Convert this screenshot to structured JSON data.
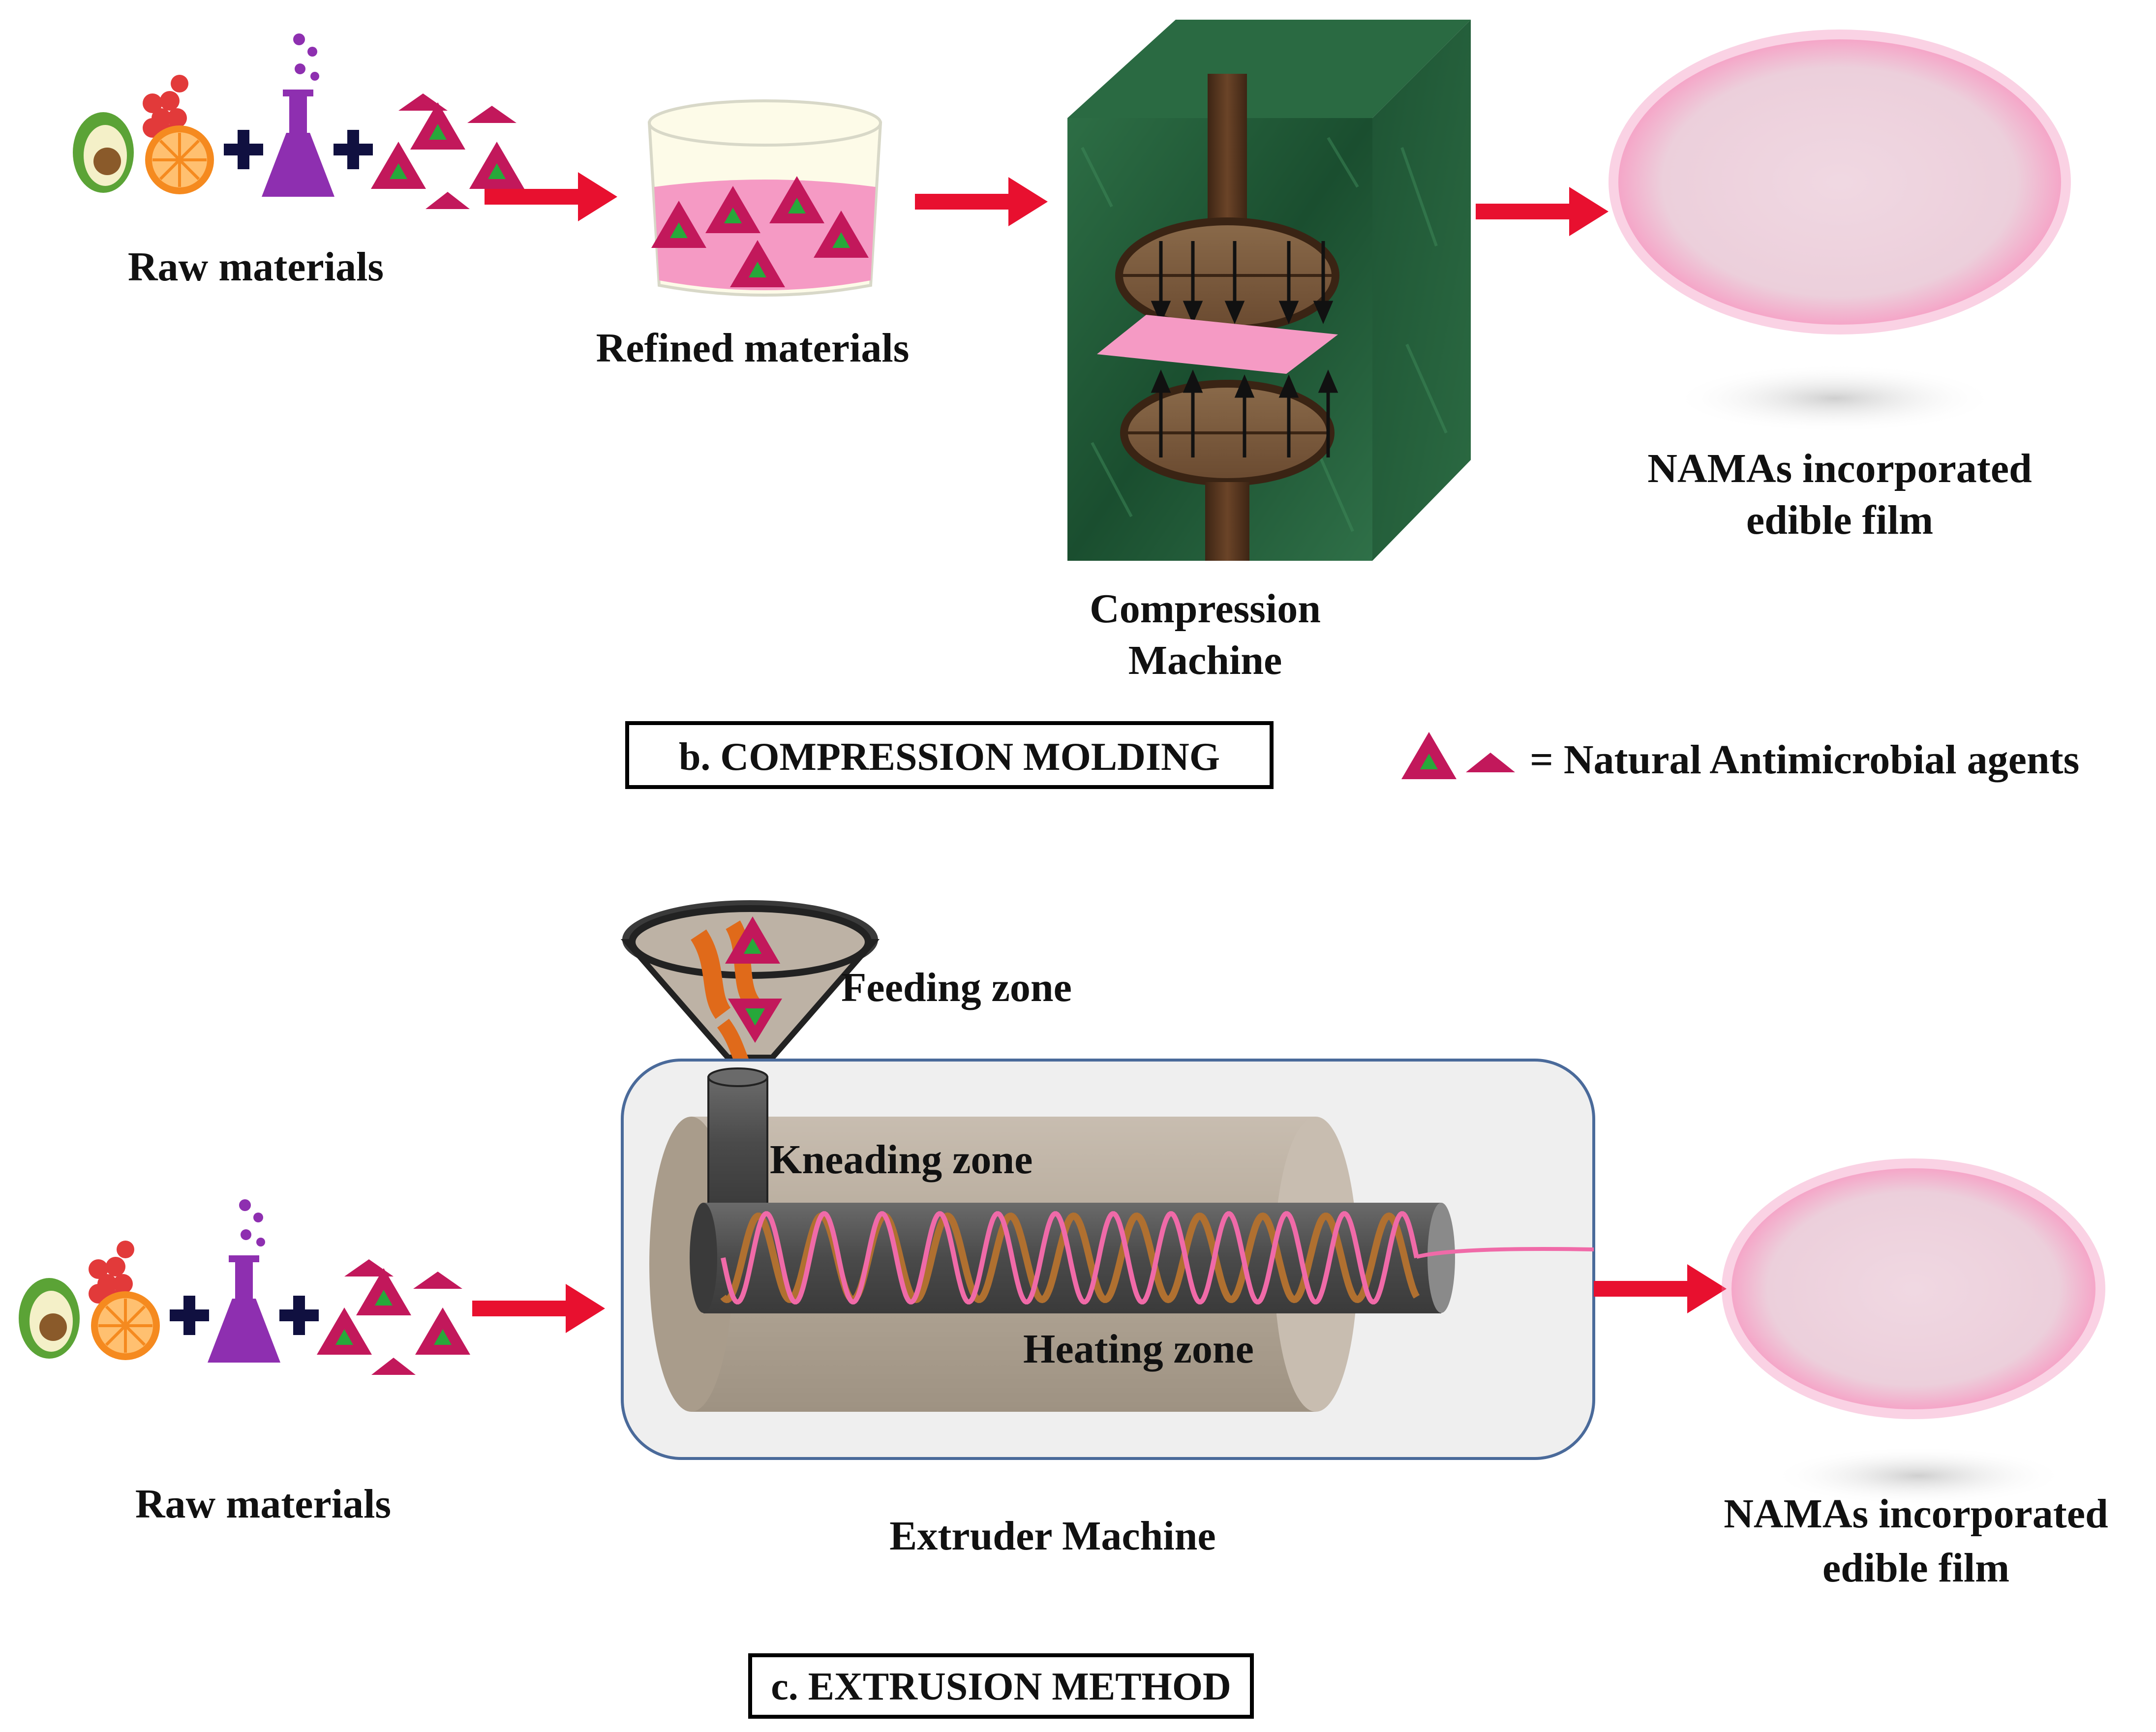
{
  "colors": {
    "arrow": "#e8102f",
    "agent_outer": "#c2185b",
    "agent_inner": "#27a83a",
    "film_fill": "#eccfdb",
    "film_glow": "#f27fb3",
    "machine_green": "#1f5a36",
    "wood": "#5a3a22",
    "bowl_liquid": "#f59ac4",
    "flask": "#8e2fb0",
    "orange": "#f58a1f",
    "screw_pink": "#f06aa8",
    "screw_brown": "#b07030",
    "barrel_gray": "#575757",
    "housing_fill": "#efefef",
    "housing_stroke": "#4a6a9a",
    "drum": "#b9aea0"
  },
  "icons": {
    "fruits": "fruit-cluster-icon",
    "plus": "plus-icon",
    "flask": "chemical-flask-icon",
    "agent": "triangle-agent-icon",
    "arrow": "right-arrow-icon"
  },
  "compression": {
    "raw_label": "Raw materials",
    "refined_label": "Refined materials",
    "machine_label_1": "Compression",
    "machine_label_2": "Machine",
    "film_label_1": "NAMAs  incorporated",
    "film_label_2": "edible film",
    "section_title": "b. COMPRESSION MOLDING",
    "legend_text": "= Natural Antimicrobial agents"
  },
  "extrusion": {
    "feeding_label": "Feeding zone",
    "kneading_label": "Kneading zone",
    "heating_label": "Heating zone",
    "raw_label": "Raw materials",
    "machine_label": "Extruder Machine",
    "film_label_1": "NAMAs  incorporated",
    "film_label_2": "edible film",
    "section_title": "c. EXTRUSION METHOD"
  }
}
